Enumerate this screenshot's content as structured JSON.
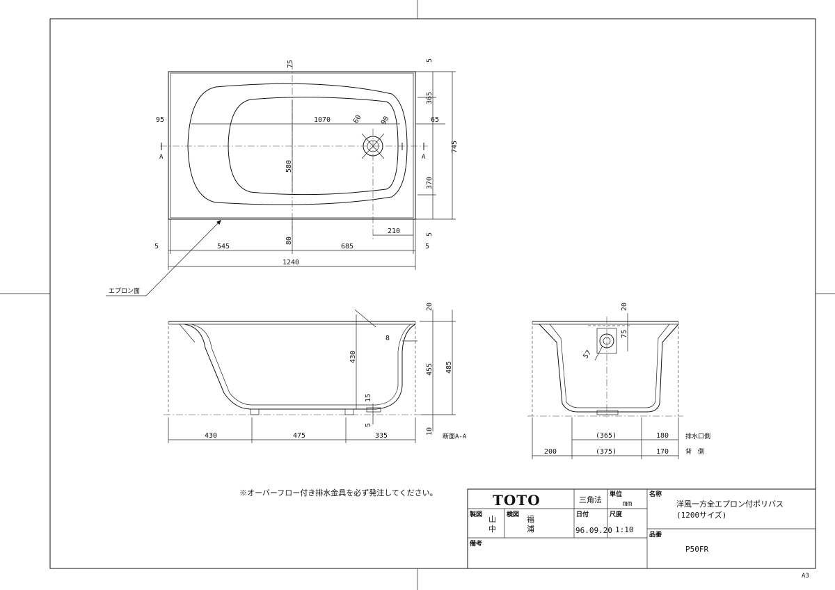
{
  "note": "※オーバーフロー付き排水金具を必ず発注してください。",
  "sheet_size": "A3",
  "apron_label": "エプロン面",
  "section_label": "断面A-A",
  "section_marker": "A",
  "side_labels": {
    "drain_side": "排水口側",
    "back_side": "背　側"
  },
  "dims": {
    "plan": [
      "75",
      "365",
      "5",
      "95",
      "1070",
      "60",
      "90",
      "65",
      "745",
      "580",
      "370",
      "5",
      "210",
      "80",
      "5",
      "545",
      "685",
      "5",
      "1240"
    ],
    "section": [
      "20",
      "8",
      "430",
      "455",
      "485",
      "15",
      "5",
      "10",
      "430",
      "475",
      "335"
    ],
    "end": [
      "20",
      "75",
      "57",
      "(365)",
      "180",
      "200",
      "(375)",
      "170"
    ]
  },
  "title_block": {
    "logo": "TOTO",
    "projection_label": "三角法",
    "unit_label": "単位",
    "unit_value": "mm",
    "name_label": "名称",
    "name_line1": "洋風一方全エプロン付ポリバス",
    "name_line2": "(1200サイズ)",
    "drawn_label": "製図",
    "drawn_by_1": "山",
    "drawn_by_2": "中",
    "checked_label": "検図",
    "checked_by_1": "福",
    "checked_by_2": "浦",
    "date_label": "日付",
    "date_value": "96.09.20",
    "scale_label": "尺度",
    "scale_value": "1:10",
    "part_no_label": "品番",
    "part_no_value": "P50FR",
    "remarks_label": "備考"
  }
}
